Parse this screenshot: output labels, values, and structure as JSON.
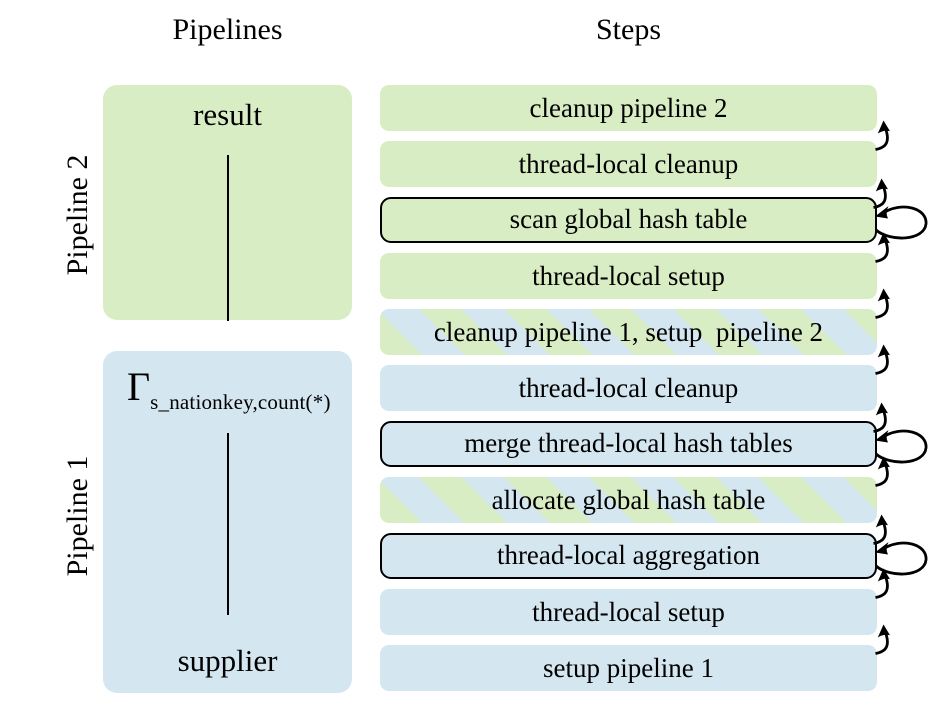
{
  "column_headers": {
    "pipelines": "Pipelines",
    "steps": "Steps"
  },
  "colors": {
    "pipeline2_green": "#d9edc5",
    "pipeline1_blue": "#d4e6ef",
    "outline_black": "#000000"
  },
  "pipeline2": {
    "side_label": "Pipeline 2",
    "plan": {
      "root_node": "result"
    }
  },
  "pipeline1": {
    "side_label": "Pipeline 1",
    "plan": {
      "operator_symbol": "Γ",
      "operator_subscript": "s_nationkey,count(*)",
      "scan_table": "supplier"
    }
  },
  "steps": [
    {
      "label": "cleanup pipeline 2",
      "pipeline": "2",
      "outlined": false,
      "self_loop": false
    },
    {
      "label": "thread-local cleanup",
      "pipeline": "2",
      "outlined": false,
      "self_loop": false
    },
    {
      "label": "scan global hash table",
      "pipeline": "2",
      "outlined": true,
      "self_loop": true
    },
    {
      "label": "thread-local setup",
      "pipeline": "2",
      "outlined": false,
      "self_loop": false
    },
    {
      "label": "cleanup pipeline 1, setup  pipeline 2",
      "pipeline": "both",
      "outlined": false,
      "self_loop": false
    },
    {
      "label": "thread-local cleanup",
      "pipeline": "1",
      "outlined": false,
      "self_loop": false
    },
    {
      "label": "merge thread-local hash tables",
      "pipeline": "1",
      "outlined": true,
      "self_loop": true
    },
    {
      "label": "allocate global hash table",
      "pipeline": "both",
      "outlined": false,
      "self_loop": false
    },
    {
      "label": "thread-local aggregation",
      "pipeline": "1",
      "outlined": true,
      "self_loop": true
    },
    {
      "label": "thread-local setup",
      "pipeline": "1",
      "outlined": false,
      "self_loop": false
    },
    {
      "label": "setup pipeline 1",
      "pipeline": "1",
      "outlined": false,
      "self_loop": false
    }
  ]
}
